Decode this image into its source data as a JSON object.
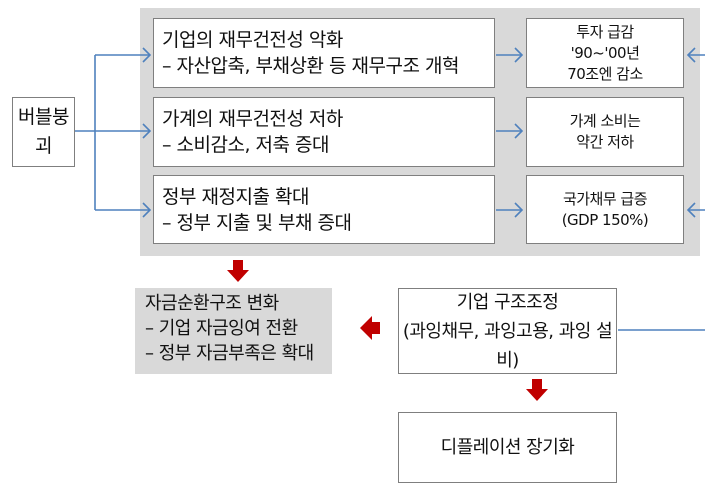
{
  "start": "버블붕괴",
  "rows": [
    {
      "title": "기업의 재무건전성 악화",
      "detail": "– 자산압축, 부채상환 등 재무구조 개혁",
      "result": [
        "투자 급감",
        "'90~'00년",
        "70조엔 감소"
      ]
    },
    {
      "title": "가계의 재무건전성 저하",
      "detail": "– 소비감소, 저축 증대",
      "result": [
        "가계 소비는",
        "약간 저하"
      ]
    },
    {
      "title": "정부 재정지출 확대",
      "detail": "– 정부 지출 및 부채 증대",
      "result": [
        "국가채무 급증",
        "(GDP 150%)"
      ]
    }
  ],
  "flow": {
    "title": "자금순환구조 변화",
    "lines": [
      "– 기업 자금잉여 전환",
      "– 정부 자금부족은 확대"
    ]
  },
  "restructure": {
    "title": "기업 구조조정",
    "detail": "(과잉채무, 과잉고용, 과잉 설비)"
  },
  "deflation": "디플레이션 장기화",
  "colors": {
    "connector": "#4f81bd",
    "arrow_red": "#c00000",
    "panel": "#d9d9d9",
    "border": "#7f7f7f"
  }
}
